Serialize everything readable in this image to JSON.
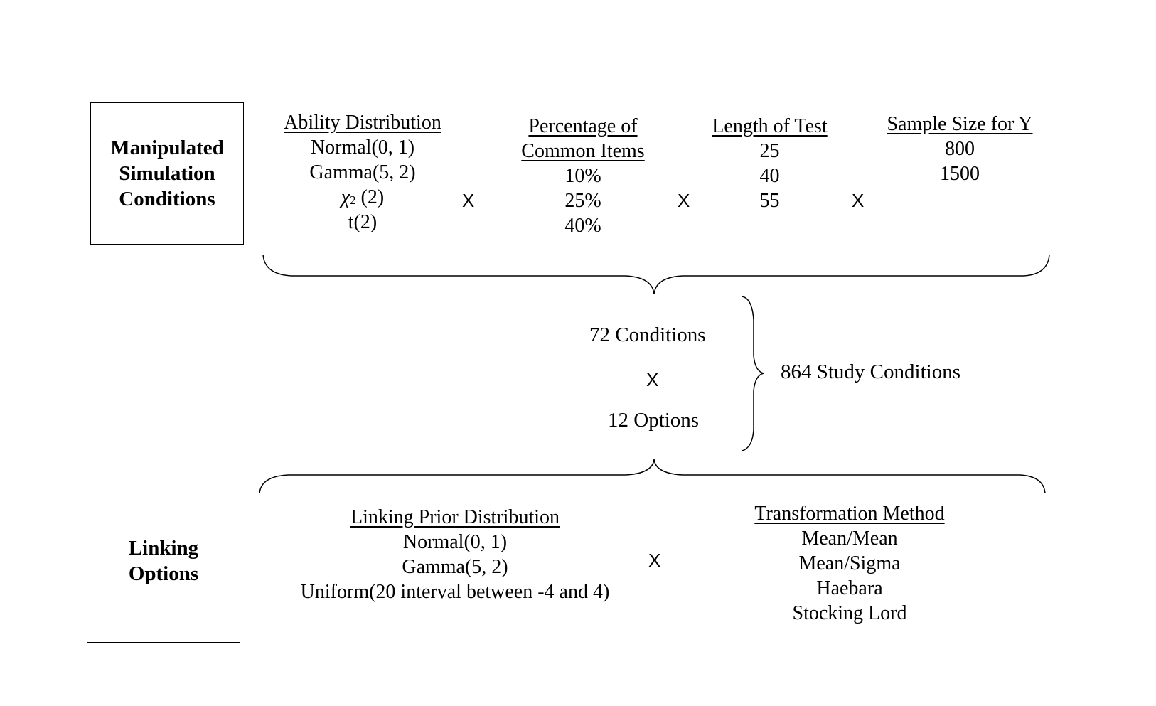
{
  "manipulated_box": {
    "line1": "Manipulated",
    "line2": "Simulation",
    "line3": "Conditions"
  },
  "ability": {
    "heading": "Ability Distribution",
    "items": [
      "Normal(0, 1)",
      "Gamma(5, 2)",
      "χ",
      "(2)",
      "t(2)"
    ],
    "chi_superscript": "2"
  },
  "common_items": {
    "heading_line1": "Percentage of",
    "heading_line2": "Common Items",
    "items": [
      "10%",
      "25%",
      "40%"
    ]
  },
  "test_length": {
    "heading": "Length of Test",
    "items": [
      "25",
      "40",
      "55"
    ]
  },
  "sample_size": {
    "heading": "Sample Size for Y",
    "items": [
      "800",
      "1500"
    ]
  },
  "operators": {
    "times": "X"
  },
  "middle": {
    "conditions": "72 Conditions",
    "options": "12 Options",
    "study_conditions": "864 Study Conditions"
  },
  "linking_box": {
    "line1": "Linking",
    "line2": "Options"
  },
  "linking_prior": {
    "heading": "Linking Prior Distribution",
    "items": [
      "Normal(0, 1)",
      "Gamma(5, 2)",
      "Uniform(20 interval between -4 and 4)"
    ]
  },
  "transformation": {
    "heading": "Transformation Method",
    "items": [
      "Mean/Mean",
      "Mean/Sigma",
      "Haebara",
      "Stocking Lord"
    ]
  }
}
